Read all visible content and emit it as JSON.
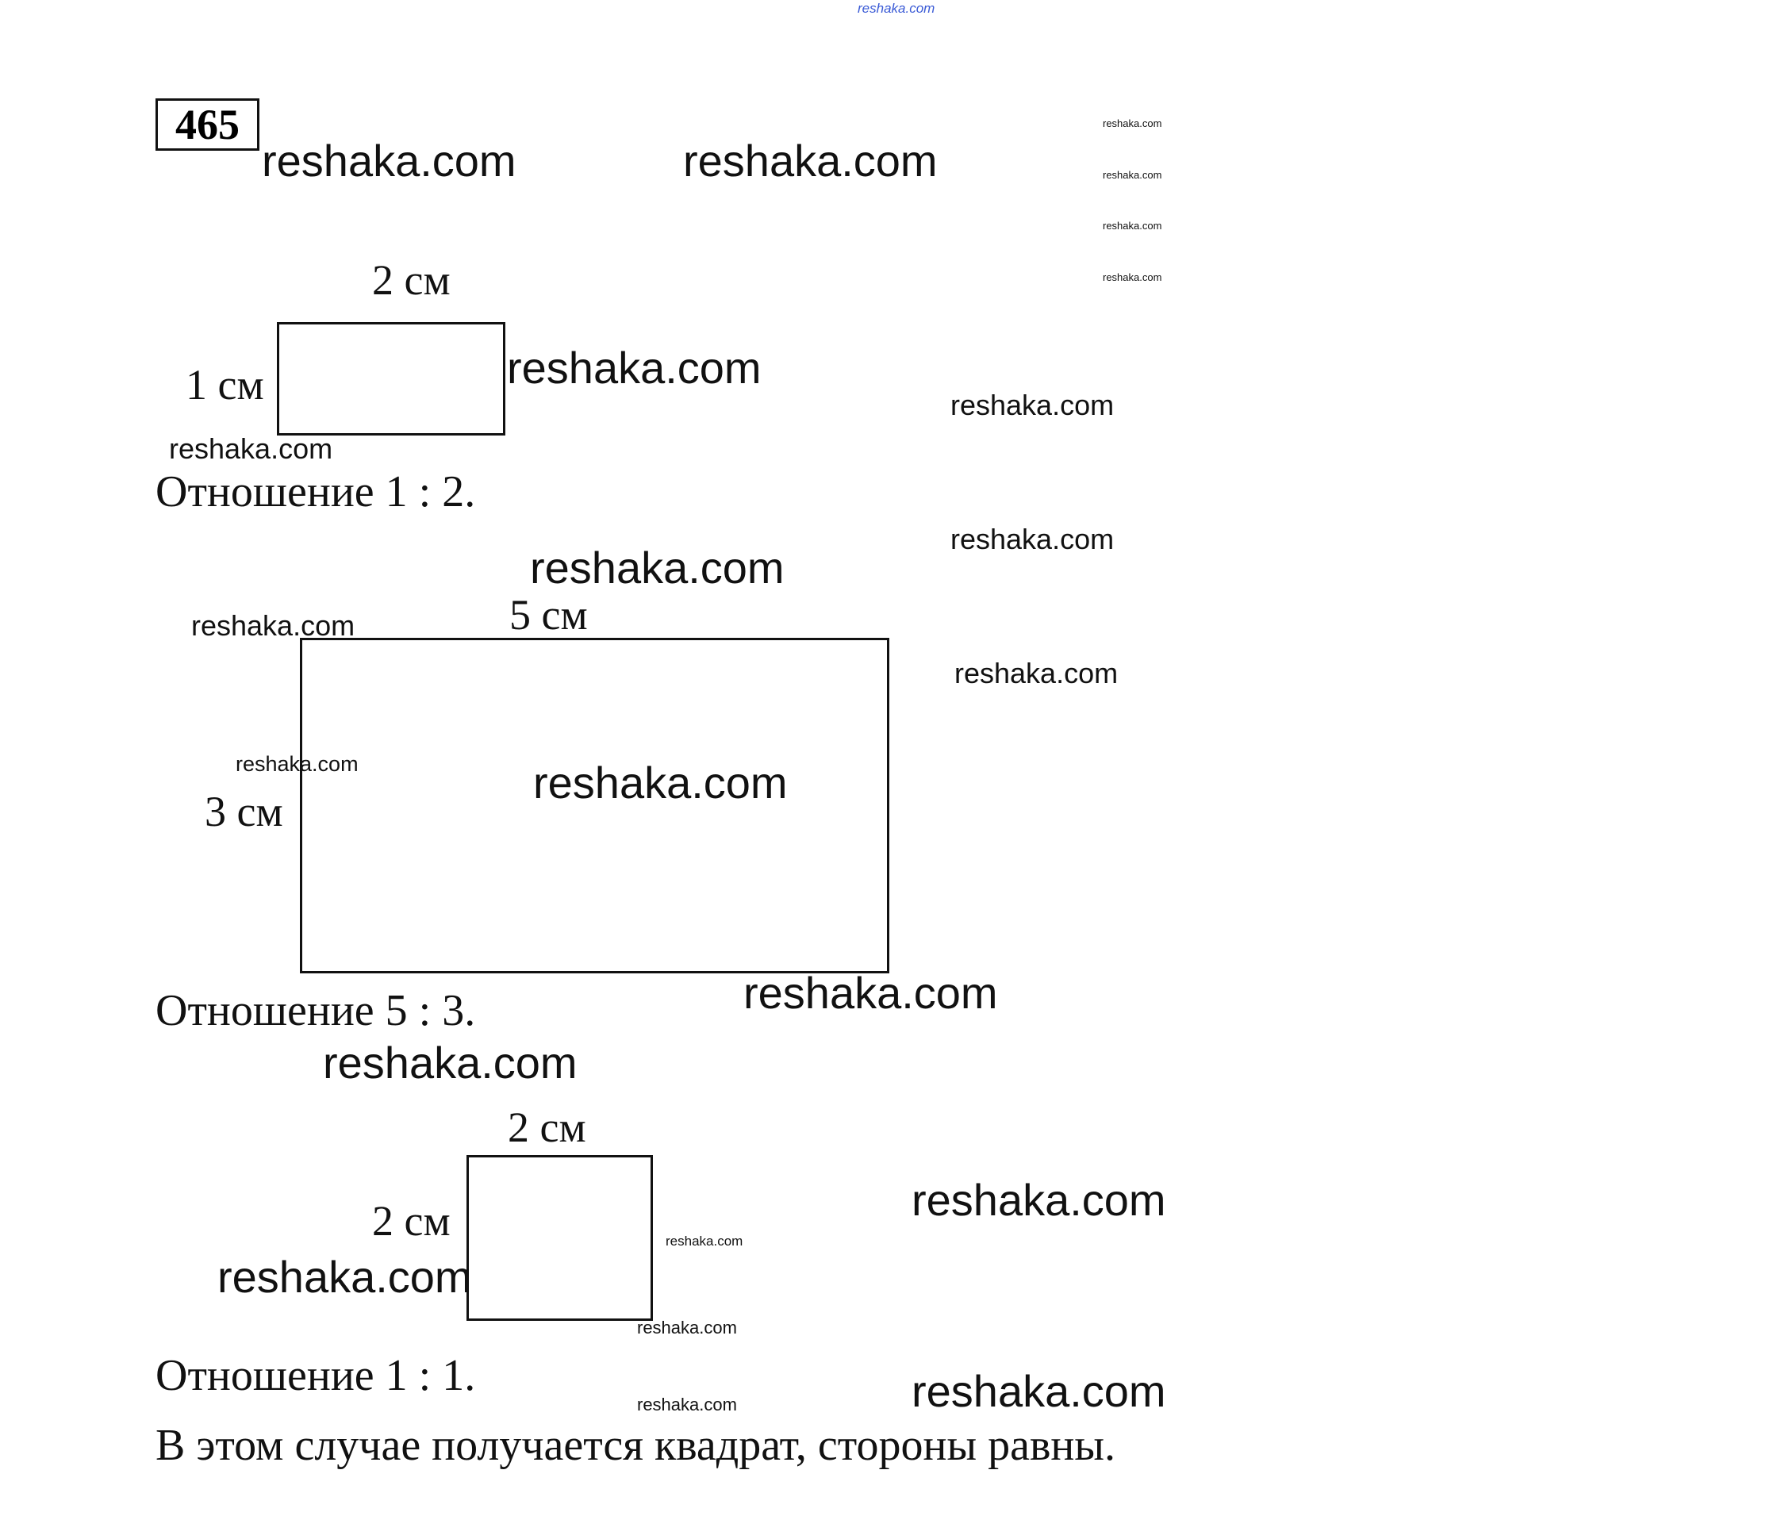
{
  "header": {
    "site_watermark": "reshaka.com",
    "problem_number": "465"
  },
  "watermark": "reshaka.com",
  "figures": [
    {
      "width_label": "2 см",
      "height_label": "1 см",
      "ratio_text": "Отношение 1 : 2."
    },
    {
      "width_label": "5 см",
      "height_label": "3 см",
      "ratio_text": "Отношение 5 : 3."
    },
    {
      "width_label": "2 см",
      "height_label": "2 см",
      "ratio_text": "Отношение 1 : 1."
    }
  ],
  "conclusion": "В этом случае получается квадрат, стороны равны."
}
